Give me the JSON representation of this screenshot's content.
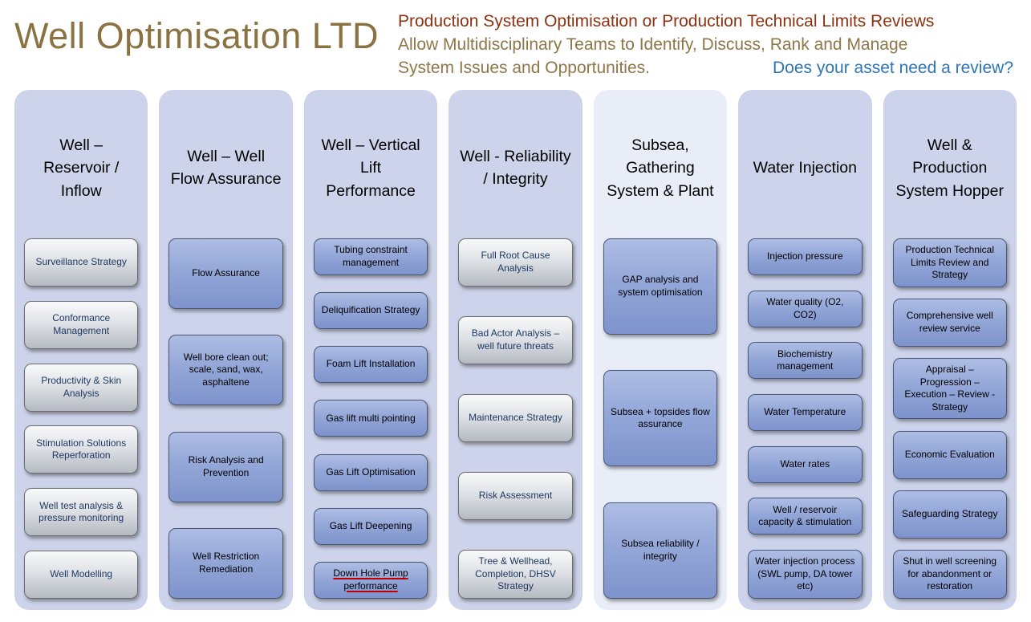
{
  "header": {
    "brand": "Well Optimisation LTD",
    "line1": "Production System Optimisation or Production Technical Limits Reviews",
    "line2": "Allow Multidisciplinary Teams to Identify, Discuss, Rank and Manage",
    "line3_left": "System Issues and Opportunities.",
    "line3_right": "Does your asset need a review?",
    "colors": {
      "brand": "#8a7242",
      "line1": "#8d3211",
      "line2": "#8e7748",
      "line3_right": "#2e75b6"
    }
  },
  "colors": {
    "column_bg": "#cdd3ea",
    "column_bg_light": "#e8edf8",
    "gray_box_text": "#1f3864",
    "blue_box_text": "#000000"
  },
  "columns": [
    {
      "title": "Well – Reservoir / Inflow",
      "box_style": "gray",
      "bg": "#cdd3ea",
      "size": "m",
      "items": [
        {
          "label": "Surveillance Strategy"
        },
        {
          "label": "Conformance Management"
        },
        {
          "label": "Productivity & Skin Analysis"
        },
        {
          "label": "Stimulation Solutions\nReperforation"
        },
        {
          "label": "Well test analysis & pressure monitoring"
        },
        {
          "label": "Well Modelling"
        }
      ]
    },
    {
      "title": "Well – Well Flow Assurance",
      "box_style": "blue",
      "bg": "#cdd3ea",
      "size": "l",
      "items": [
        {
          "label": "Flow Assurance"
        },
        {
          "label": "Well bore clean out; scale, sand, wax, asphaltene"
        },
        {
          "label": "Risk Analysis and Prevention"
        },
        {
          "label": "Well Restriction Remediation"
        }
      ]
    },
    {
      "title": "Well – Vertical Lift Performance",
      "box_style": "blue",
      "bg": "#cdd3ea",
      "size": "s",
      "items": [
        {
          "label": "Tubing constraint management"
        },
        {
          "label": "Deliquification Strategy"
        },
        {
          "label": "Foam Lift Installation"
        },
        {
          "label": "Gas lift multi pointing"
        },
        {
          "label": "Gas Lift Optimisation"
        },
        {
          "label": "Gas Lift Deepening"
        },
        {
          "label": "Down Hole Pump performance",
          "red_underline": true
        }
      ]
    },
    {
      "title": "Well - Reliability / Integrity",
      "box_style": "gray",
      "bg": "#cdd3ea",
      "size": "m",
      "items": [
        {
          "label": "Full Root Cause Analysis"
        },
        {
          "label": "Bad Actor Analysis – well future threats"
        },
        {
          "label": "Maintenance Strategy"
        },
        {
          "label": "Risk Assessment"
        },
        {
          "label": "Tree & Wellhead, Completion, DHSV Strategy"
        }
      ]
    },
    {
      "title": "Subsea, Gathering System & Plant",
      "box_style": "blue",
      "bg": "#e8edf8",
      "size": "xl",
      "items": [
        {
          "label": "GAP analysis and system optimisation"
        },
        {
          "label": "Subsea + topsides flow assurance"
        },
        {
          "label": "Subsea reliability / integrity"
        }
      ]
    },
    {
      "title": "Water Injection",
      "box_style": "blue",
      "bg": "#cdd3ea",
      "size": "s",
      "items": [
        {
          "label": "Injection pressure"
        },
        {
          "label": "Water quality (O2, CO2)"
        },
        {
          "label": "Biochemistry management"
        },
        {
          "label": "Water Temperature"
        },
        {
          "label": "Water rates"
        },
        {
          "label": "Well / reservoir capacity & stimulation"
        },
        {
          "label": "Water injection process (SWL pump, DA tower etc)"
        }
      ]
    },
    {
      "title": "Well & Production System Hopper",
      "box_style": "blue",
      "bg": "#cdd3ea",
      "size": "m",
      "items": [
        {
          "label": "Production Technical Limits Review and Strategy"
        },
        {
          "label": "Comprehensive well review service"
        },
        {
          "label": "Appraisal – Progression – Execution – Review - Strategy"
        },
        {
          "label": "Economic Evaluation"
        },
        {
          "label": "Safeguarding Strategy"
        },
        {
          "label": "Shut in well screening for abandonment or restoration"
        }
      ]
    }
  ]
}
